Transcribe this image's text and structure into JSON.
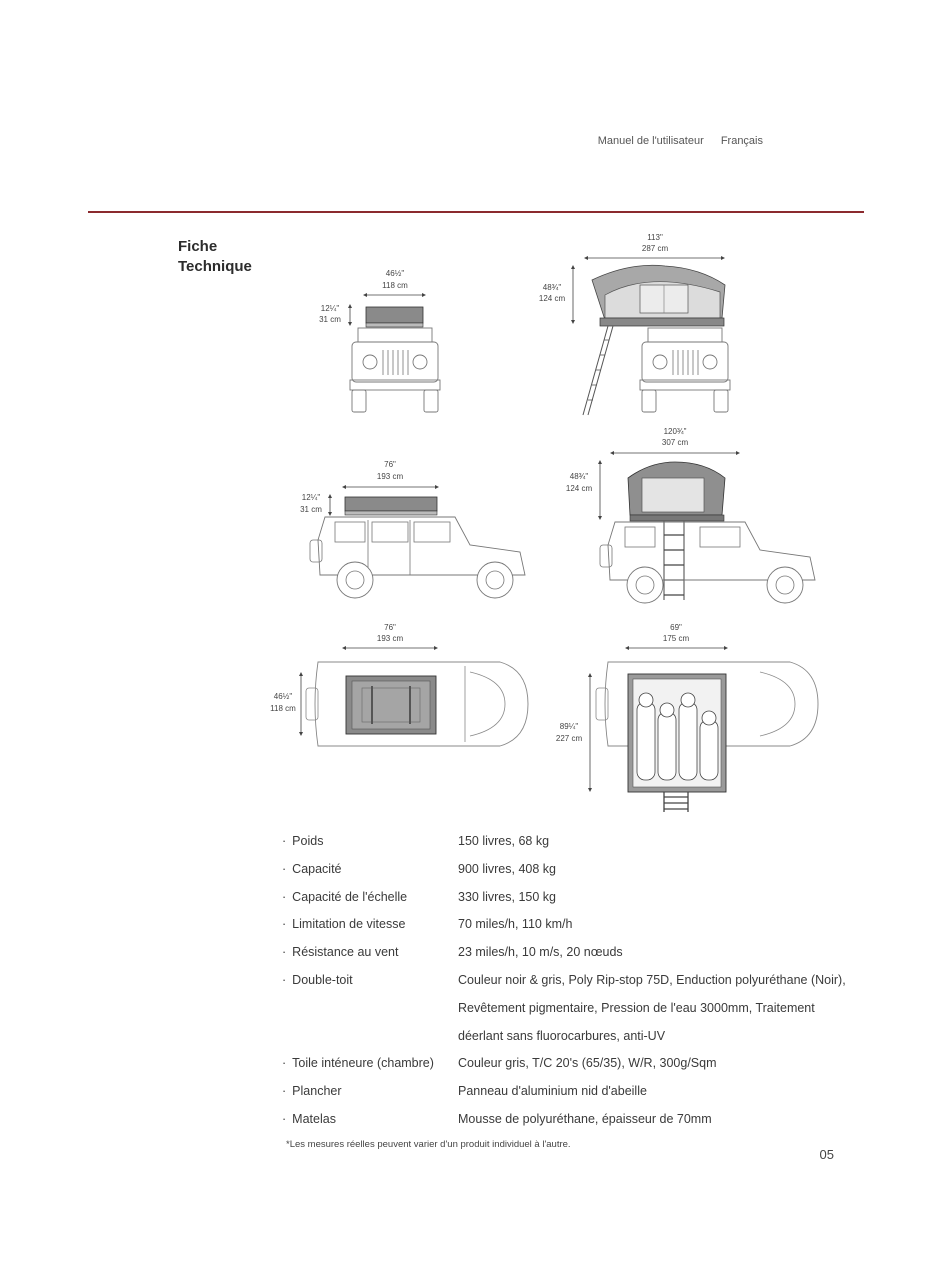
{
  "header": {
    "manual": "Manuel de l'utilisateur",
    "language": "Français"
  },
  "section_title": {
    "line1": "Fiche",
    "line2": "Technique"
  },
  "dimensions": {
    "front_closed": {
      "width": "46½\"",
      "width_cm": "118 cm",
      "height": "12¼\"",
      "height_cm": "31 cm"
    },
    "front_open": {
      "width": "113\"",
      "width_cm": "287 cm",
      "height": "48¾\"",
      "height_cm": "124 cm"
    },
    "side_closed": {
      "width": "76\"",
      "width_cm": "193 cm",
      "height": "12¼\"",
      "height_cm": "31 cm"
    },
    "side_open": {
      "width": "120¾\"",
      "width_cm": "307 cm",
      "height": "48¾\"",
      "height_cm": "124 cm"
    },
    "top_closed": {
      "width": "76\"",
      "width_cm": "193 cm",
      "height": "46½\"",
      "height_cm": "118 cm"
    },
    "top_open": {
      "width": "69\"",
      "width_cm": "175 cm",
      "height": "89¼\"",
      "height_cm": "227 cm"
    }
  },
  "specs": [
    {
      "label": "Poids",
      "value": [
        "150 livres, 68 kg"
      ]
    },
    {
      "label": "Capacité",
      "value": [
        "900 livres, 408 kg"
      ]
    },
    {
      "label": "Capacité de l'échelle",
      "value": [
        "330 livres, 150 kg"
      ]
    },
    {
      "label": "Limitation de vitesse",
      "value": [
        "70 miles/h, 110 km/h"
      ]
    },
    {
      "label": "Résistance au vent",
      "value": [
        "23 miles/h, 10 m/s, 20 nœuds"
      ]
    },
    {
      "label": "Double-toit",
      "value": [
        "Couleur noir & gris, Poly Rip-stop 75D, Enduction polyuréthane (Noir),",
        "Revêtement pigmentaire, Pression de l'eau 3000mm, Traitement",
        "déerlant sans fluorocarbures, anti-UV"
      ]
    },
    {
      "label": "Toile inténeure (chambre)",
      "value": [
        "Couleur gris, T/C 20's (65/35), W/R, 300g/Sqm"
      ]
    },
    {
      "label": "Plancher",
      "value": [
        "Panneau d'aluminium nid d'abeille"
      ]
    },
    {
      "label": "Matelas",
      "value": [
        "Mousse de polyuréthane, épaisseur de 70mm"
      ]
    }
  ],
  "footnote": "*Les mesures réelles peuvent varier d'un produit individuel à l'autre.",
  "page_number": "05"
}
